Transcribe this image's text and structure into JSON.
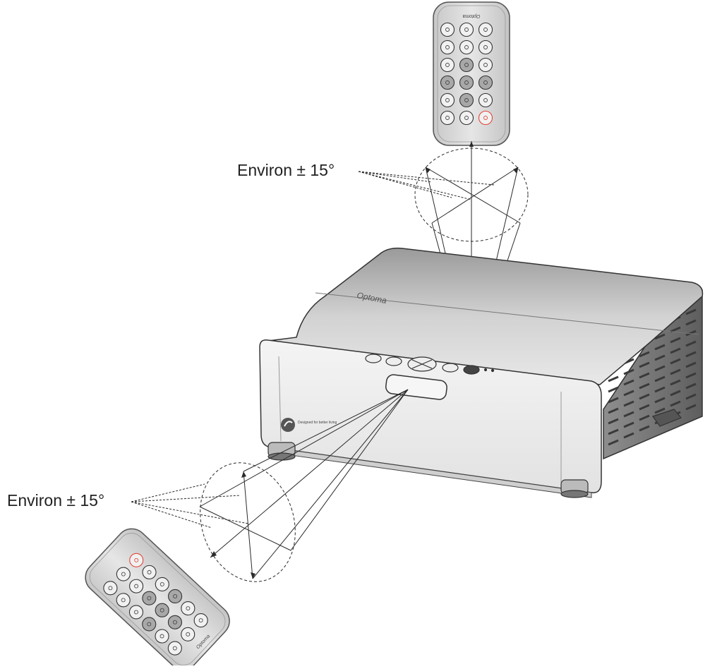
{
  "labels": {
    "top_angle": "Environ ± 15°",
    "bottom_angle": "Environ ± 15°"
  },
  "projector": {
    "brand": "Optoma",
    "badge_text": "Designed for better living"
  },
  "remote_top": {
    "brand": "Optoma"
  },
  "remote_bottom": {
    "brand": "Optoma"
  },
  "colors": {
    "power_button": "#e0463a",
    "body_grey": "#d9d9d9",
    "line": "#2a2a2a"
  }
}
